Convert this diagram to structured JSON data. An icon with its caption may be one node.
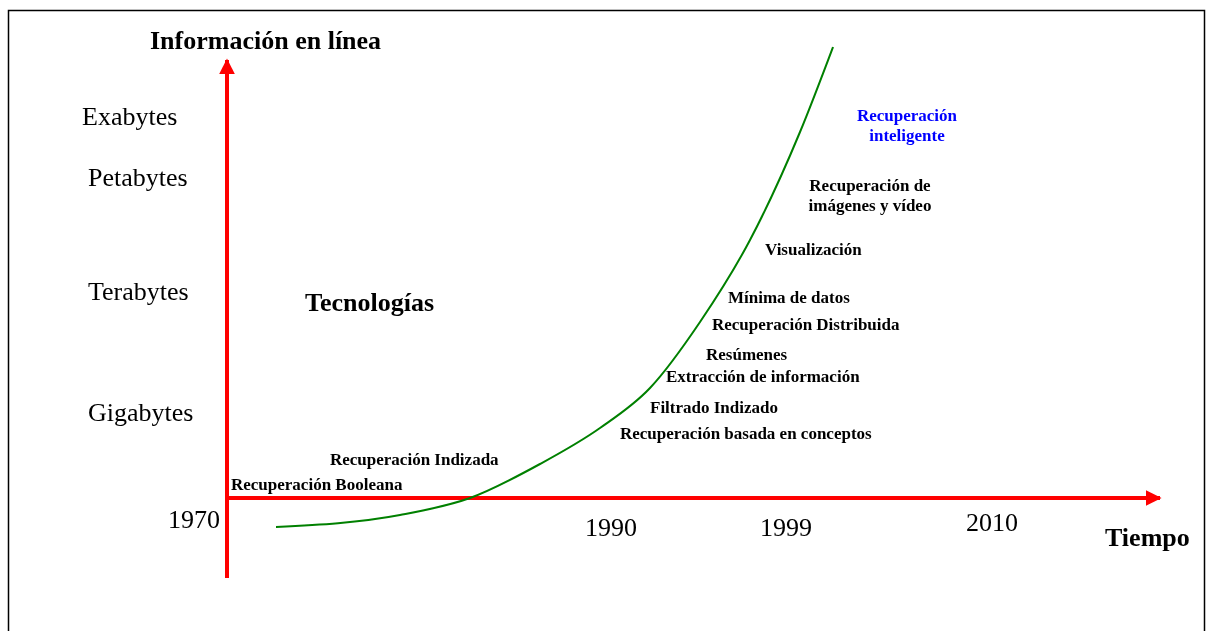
{
  "diagram": {
    "labels": [
      "Información en línea",
      "Exabytes",
      "Petabytes",
      "Terabytes",
      "Tecnologías",
      "Recuperación inteligente",
      "Recuperación de imágenes y vídeo",
      "Visualización",
      "Mínima de datos",
      "Recuperación Distribuida",
      "Resúmenes",
      "Extracción de información",
      "Gigabytes",
      "Filtrado Indizado",
      "Recuperación basada en conceptos",
      "Recuperación Indizada",
      "Recuperación Booleana",
      "1970",
      "1990",
      "1999",
      "2010",
      "Tiempo"
    ]
  }
}
